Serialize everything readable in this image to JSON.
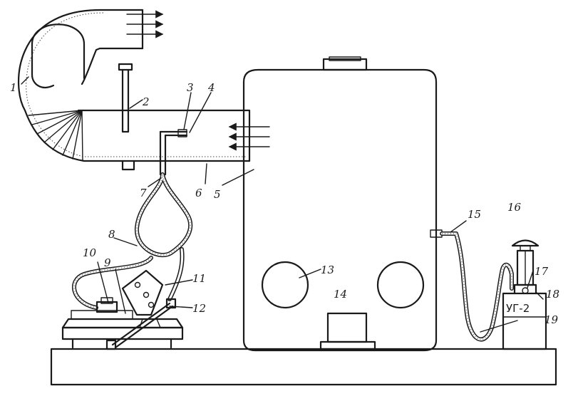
{
  "labels": {
    "n1": "1",
    "n2": "2",
    "n3": "3",
    "n4": "4",
    "n5": "5",
    "n6": "6",
    "n7": "7",
    "n8": "8",
    "n9": "9",
    "n10": "10",
    "n11": "11",
    "n12": "12",
    "n13": "13",
    "n14": "14",
    "n15": "15",
    "n16": "16",
    "n17": "17",
    "n18": "18",
    "n19": "19"
  },
  "device_label": "УГ-2"
}
